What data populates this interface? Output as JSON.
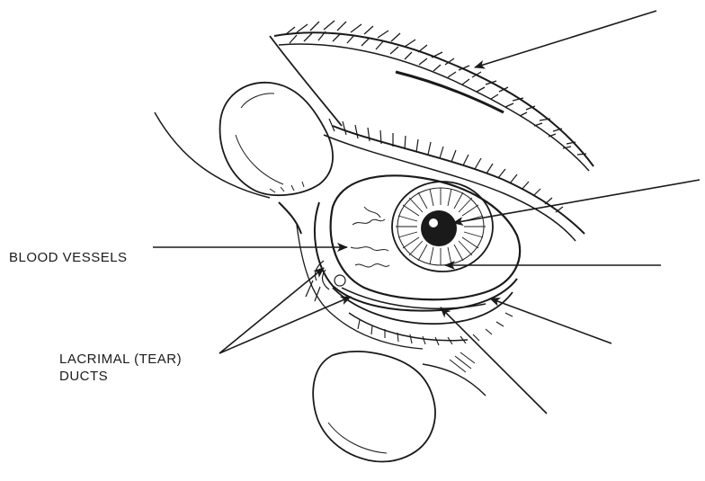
{
  "labels": {
    "blood_vessels": "BLOOD VESSELS",
    "lacrimal_ducts_line1": "LACRIMAL (TEAR)",
    "lacrimal_ducts_line2": "DUCTS"
  },
  "colors": {
    "ink": "#1a1a1a",
    "paper": "#ffffff"
  }
}
